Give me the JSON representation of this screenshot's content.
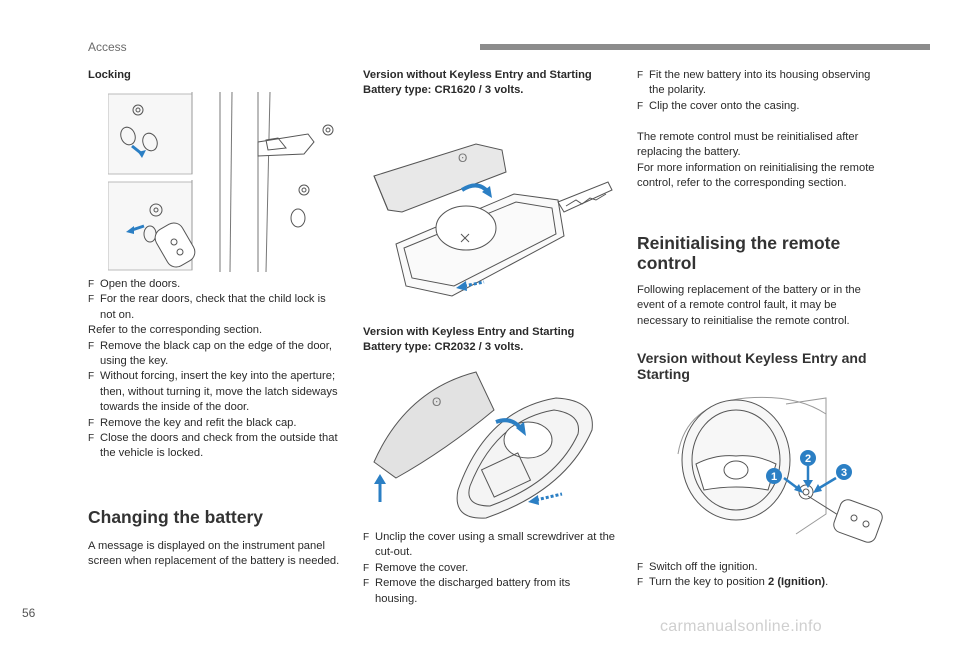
{
  "header": {
    "section": "Access"
  },
  "page_number": "56",
  "watermark": "carmanualsonline.info",
  "col1": {
    "locking_title": "Locking",
    "steps1": [
      "Open the doors.",
      "For the rear doors, check that the child lock is not on."
    ],
    "refer": "Refer to the corresponding section.",
    "steps2": [
      "Remove the black cap on the edge of the door, using the key.",
      "Without forcing, insert the key into the aperture; then, without turning it, move the latch sideways towards the inside of the door.",
      "Remove the key and refit the black cap.",
      "Close the doors and check from the outside that the vehicle is locked."
    ],
    "battery_heading": "Changing the battery",
    "battery_text": "A message is displayed on the instrument panel screen when replacement of the battery is needed."
  },
  "col2": {
    "v1_line1": "Version without Keyless Entry and Starting",
    "v1_line2": "Battery type: CR1620 / 3 volts.",
    "v2_line1": "Version with Keyless Entry and Starting",
    "v2_line2": "Battery type: CR2032 / 3 volts.",
    "steps": [
      "Unclip the cover using a small screwdriver at the cut-out.",
      "Remove the cover.",
      "Remove the discharged battery from its housing."
    ]
  },
  "col3": {
    "steps1": [
      "Fit the new battery into its housing observing the polarity.",
      "Clip the cover onto the casing."
    ],
    "para1": "The remote control must be reinitialised after replacing the battery.",
    "para2": "For more information on reinitialising the remote control, refer to the corresponding section.",
    "reinit_heading": "Reinitialising the remote control",
    "reinit_text": "Following replacement of the battery or in the event of a remote control fault, it may be necessary to reinitialise the remote control.",
    "sub_heading": "Version without Keyless Entry and Starting",
    "callouts": [
      "1",
      "2",
      "3"
    ],
    "steps2_1": "Switch off the ignition.",
    "steps2_2_prefix": "Turn the key to position ",
    "steps2_2_bold": "2 (Ignition)",
    "steps2_2_suffix": "."
  },
  "colors": {
    "accent_blue": "#2b7fc4",
    "header_bar": "#8c8c8c",
    "illustration_line": "#555555"
  }
}
